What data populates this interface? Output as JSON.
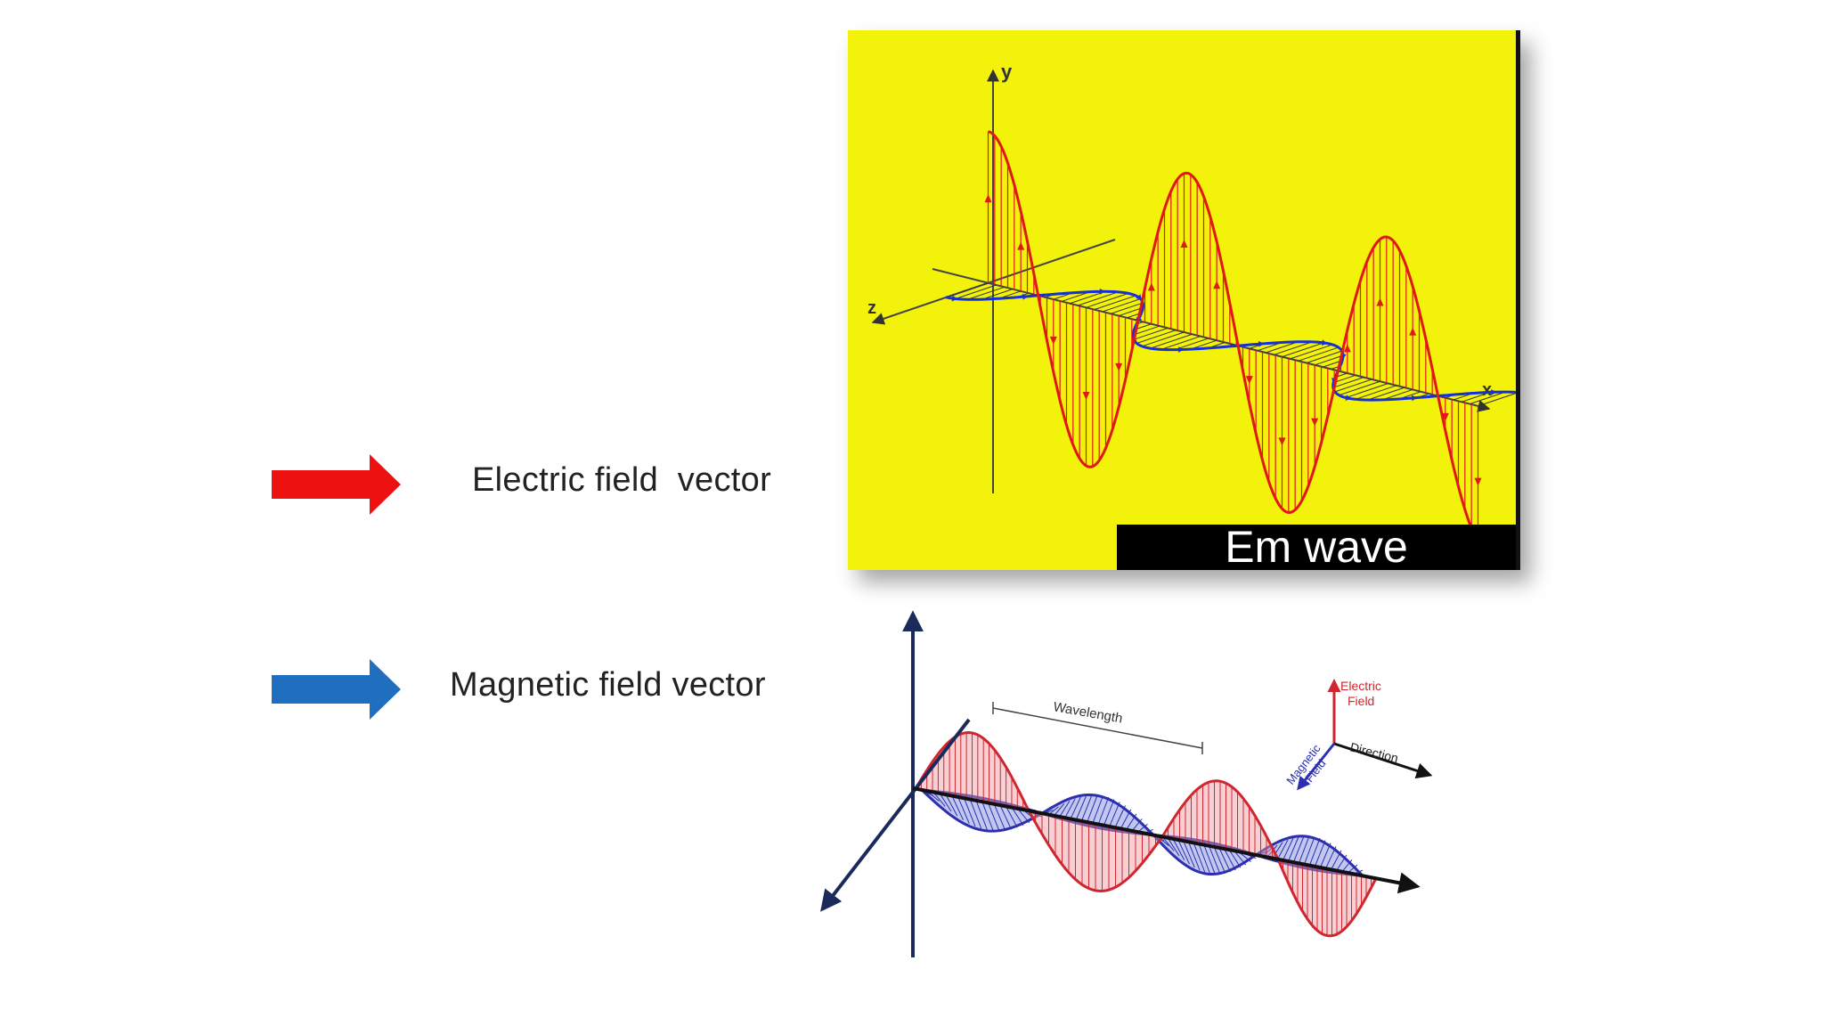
{
  "legend": {
    "electric": {
      "label": "Electric field  vector",
      "color": "#ee1111",
      "icon": "red-arrow-icon"
    },
    "magnetic": {
      "label": "Magnetic field vector",
      "color": "#1f6ec0",
      "icon": "blue-arrow-icon"
    }
  },
  "top_figure": {
    "caption": "Em wave",
    "background": "#f2f20a",
    "axis_y": "y",
    "axis_z": "z",
    "axis_x": "x",
    "electric_color": "#e01818",
    "magnetic_color": "#1530d8"
  },
  "bottom_figure": {
    "wavelength_label": "Wavelength",
    "key_electric": "Electric\nField",
    "key_magnetic": "Magnetic\nField",
    "key_direction": "Direction",
    "electric_color": "#d0262f",
    "magnetic_color": "#2b2fb0",
    "axis_color": "#1a2a5a"
  }
}
